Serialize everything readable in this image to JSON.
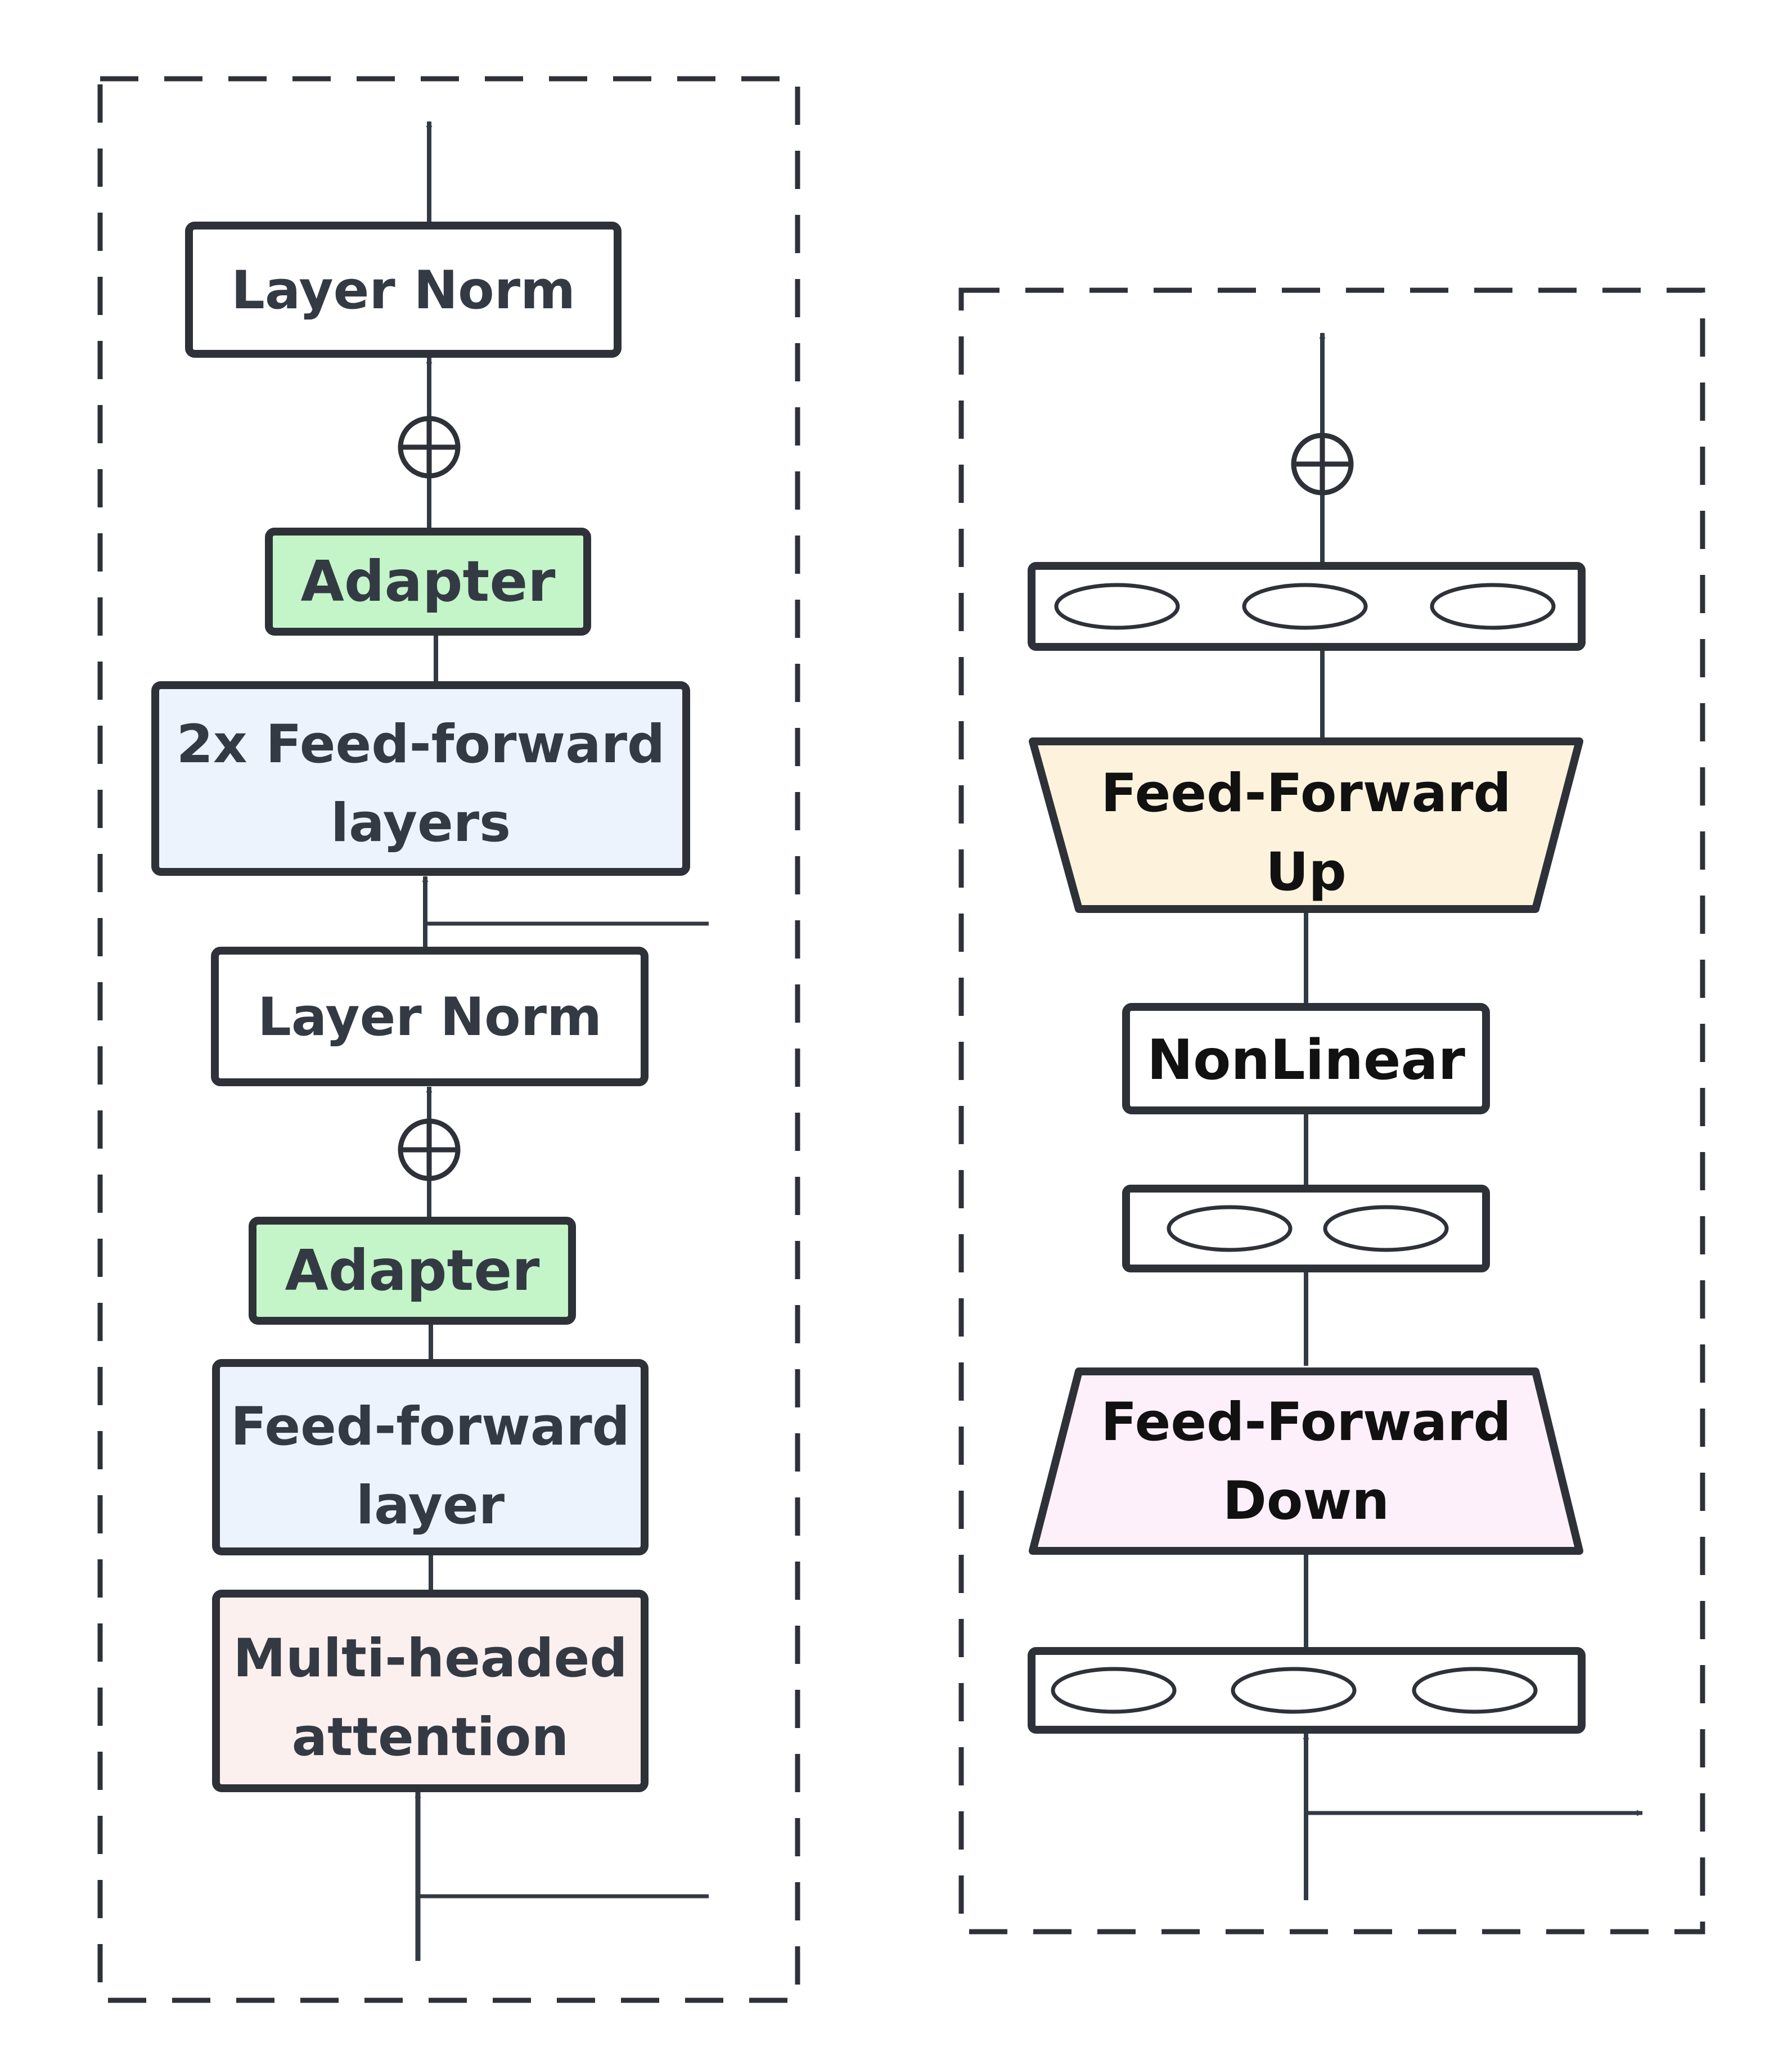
{
  "left_block": {
    "top_layer_norm": "Layer Norm",
    "adapter_top": "Adapter",
    "ffn_2x_line1": "2x Feed-forward",
    "ffn_2x_line2": "layers",
    "mid_layer_norm": "Layer Norm",
    "adapter_bottom": "Adapter",
    "ffn_line1": "Feed-forward",
    "ffn_line2": "layer",
    "attention_line1": "Multi-headed",
    "attention_line2": "attention"
  },
  "right_block": {
    "ff_up_line1": "Feed-Forward",
    "ff_up_line2": "Up",
    "nonlinear": "NonLinear",
    "ff_down_line1": "Feed-Forward",
    "ff_down_line2": "Down",
    "top_vector_units": 3,
    "middle_vector_units": 2,
    "bottom_vector_units": 3
  },
  "colors": {
    "stroke": "#2e3238",
    "text_dark": "#343a44",
    "text_black": "#111111",
    "adapter_fill": "#c3f5c8",
    "ffn_fill": "#edf3fd",
    "attention_fill": "#fcf0ee",
    "ff_up_fill": "#fdf3dc",
    "ff_down_fill": "#fdf0fa"
  }
}
